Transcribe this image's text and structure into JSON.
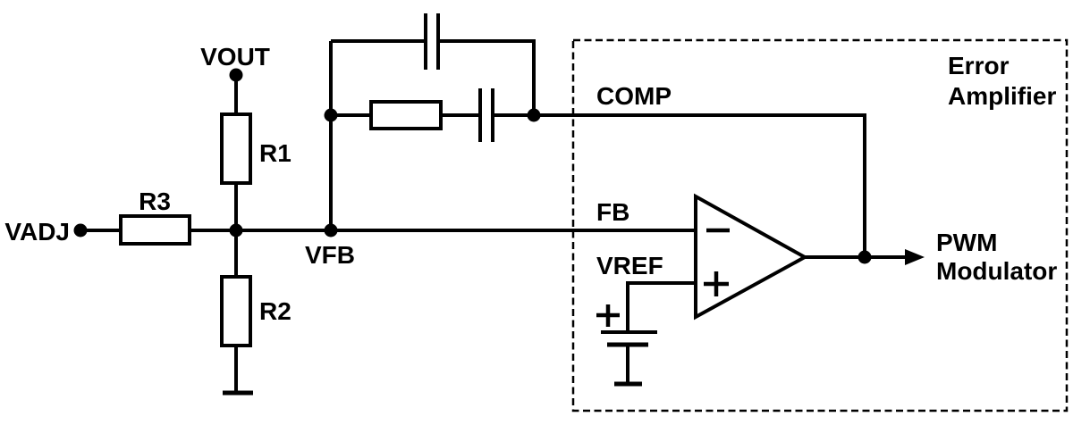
{
  "colors": {
    "background": "#ffffff",
    "ink": "#000000"
  },
  "feedback_network": {
    "vadj_label": "VADJ",
    "vout_label": "VOUT",
    "r1_label": "R1",
    "r2_label": "R2",
    "r3_label": "R3",
    "vfb_label": "VFB"
  },
  "error_amplifier_block": {
    "title_line1": "Error",
    "title_line2": "Amplifier",
    "comp_pin": "COMP",
    "fb_pin": "FB",
    "vref_pin": "VREF"
  },
  "output": {
    "dest_line1": "PWM",
    "dest_line2": "Modulator"
  }
}
